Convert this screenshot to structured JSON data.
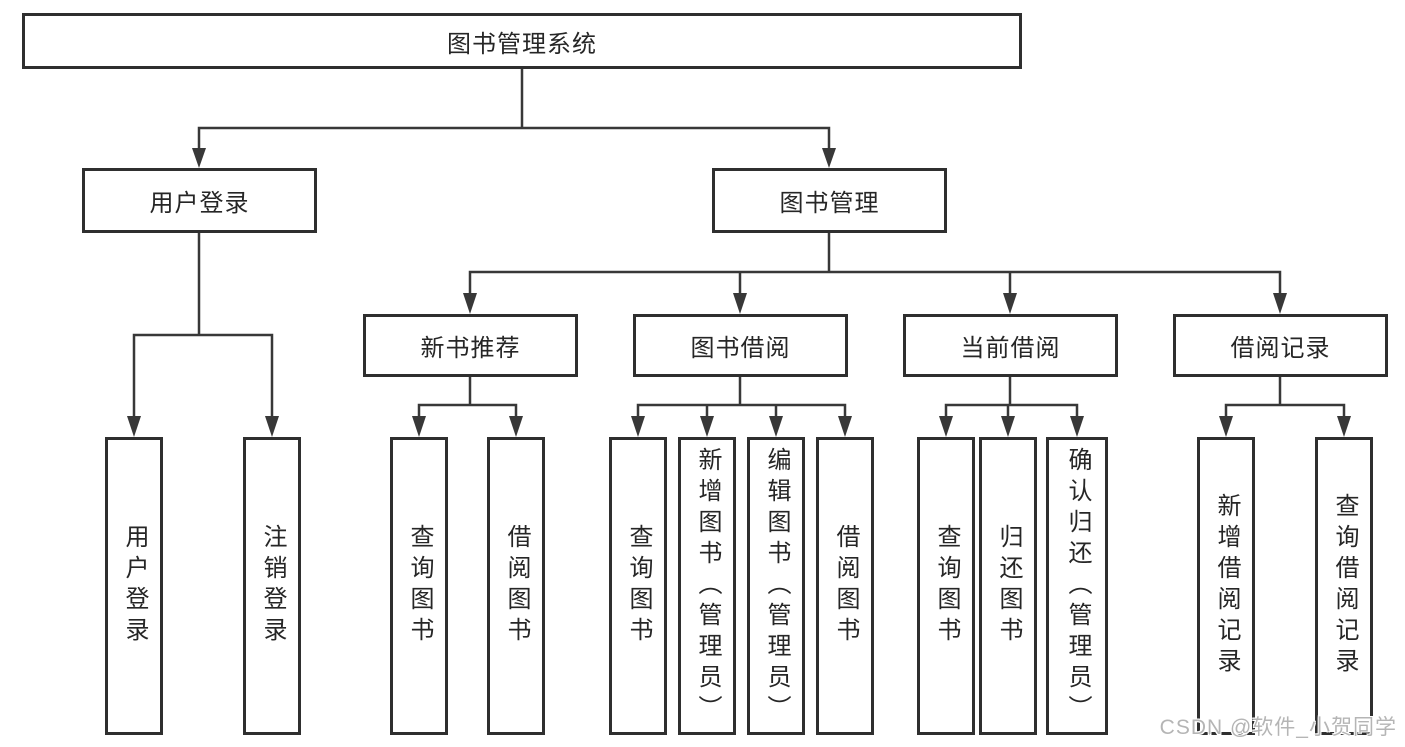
{
  "diagram_title": "图书管理系统",
  "colors": {
    "line": "#383838",
    "box_border": "#2f2f2f",
    "box_fill": "#ffffff",
    "text": "#262626",
    "watermark": "#b5b5b5"
  },
  "level2": [
    {
      "label": "用户登录",
      "children": [
        {
          "label": "用户登录"
        },
        {
          "label": "注销登录"
        }
      ]
    },
    {
      "label": "图书管理",
      "children": [
        {
          "label": "新书推荐",
          "children": [
            {
              "label": "查询图书"
            },
            {
              "label": "借阅图书"
            }
          ]
        },
        {
          "label": "图书借阅",
          "children": [
            {
              "label": "查询图书"
            },
            {
              "label": "新增图书（管理员）"
            },
            {
              "label": "编辑图书（管理员）"
            },
            {
              "label": "借阅图书"
            }
          ]
        },
        {
          "label": "当前借阅",
          "children": [
            {
              "label": "查询图书"
            },
            {
              "label": "归还图书"
            },
            {
              "label": "确认归还（管理员）"
            }
          ]
        },
        {
          "label": "借阅记录",
          "children": [
            {
              "label": "新增借阅记录"
            },
            {
              "label": "查询借阅记录"
            }
          ]
        }
      ]
    }
  ],
  "watermark": "CSDN @软件_小贺同学"
}
